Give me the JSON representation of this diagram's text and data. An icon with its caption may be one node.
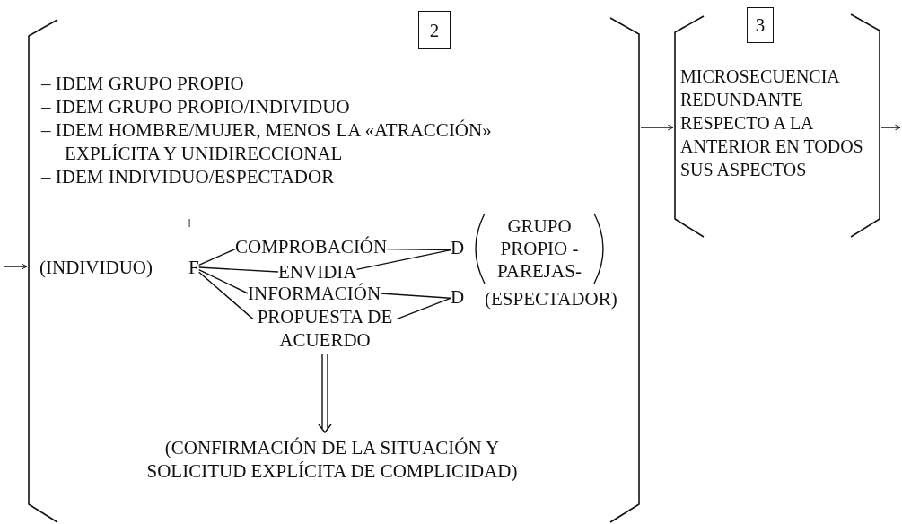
{
  "diagram": {
    "nodes": [
      {
        "text": [],
        "shape": "bracket"
      },
      {
        "text": [
          "2"
        ],
        "in": 0
      },
      {
        "text": [
          "(INDIVIDUO)"
        ],
        "in": 0
      },
      {
        "text": [
          "F"
        ],
        "in": 0
      },
      {
        "text": [
          "COMPROBACIÓN"
        ],
        "in": 0
      },
      {
        "text": [
          "ENVIDIA"
        ],
        "in": 0
      },
      {
        "text": [
          "INFORMACIÓN"
        ],
        "in": 0
      },
      {
        "text": [
          "PROPUESTA DE ACUERDO"
        ],
        "in": 0
      },
      {
        "text": [
          "D"
        ],
        "in": 0
      },
      {
        "text": [
          "GRUPO PROPIO -PAREJAS-"
        ],
        "in": 0
      },
      {
        "text": [
          "D"
        ],
        "in": 0
      },
      {
        "text": [
          "(ESPECTADOR)"
        ],
        "in": 0
      },
      {
        "text": [
          "(CONFIRMACIÓN DE LA SITUACIÓN Y SOLICITUD EXPLÍCITA DE COMPLICIDAD)"
        ],
        "in": 0
      },
      {
        "text": [],
        "shape": "bracket"
      },
      {
        "text": [
          "3"
        ],
        "in": 13
      },
      {
        "text": [
          "MICROSECUENCIA REDUNDANTE RESPECTO A LA ANTERIOR EN TODOS SUS ASPECTOS"
        ],
        "in": 13
      }
    ],
    "edges": [
      {
        "from": null,
        "to": 0,
        "arrow": "to"
      },
      {
        "from": 0,
        "to": 13,
        "arrow": "to"
      },
      {
        "from": 13,
        "to": null,
        "arrow": "to"
      },
      {
        "from": 3,
        "to": 4,
        "arrow": "none"
      },
      {
        "from": 3,
        "to": 5,
        "arrow": "none"
      },
      {
        "from": 3,
        "to": 6,
        "arrow": "none"
      },
      {
        "from": 3,
        "to": 7,
        "arrow": "none"
      },
      {
        "from": 4,
        "to": 8,
        "arrow": "none"
      },
      {
        "from": 5,
        "to": 8,
        "arrow": "none"
      },
      {
        "from": 6,
        "to": 10,
        "arrow": "none"
      },
      {
        "from": 7,
        "to": 10,
        "arrow": "none"
      },
      {
        "from": 7,
        "to": 12,
        "arrow": "to"
      }
    ],
    "labels": [
      "– IDEM GRUPO PROPIO",
      "– IDEM GRUPO PROPIO/INDIVIDUO",
      "– IDEM HOMBRE/MUJER, MENOS LA «ATRACCIÓN» EXPLÍCITA Y UNIDIRECCIONAL",
      "– IDEM INDIVIDUO/ESPECTADOR",
      "+"
    ]
  }
}
